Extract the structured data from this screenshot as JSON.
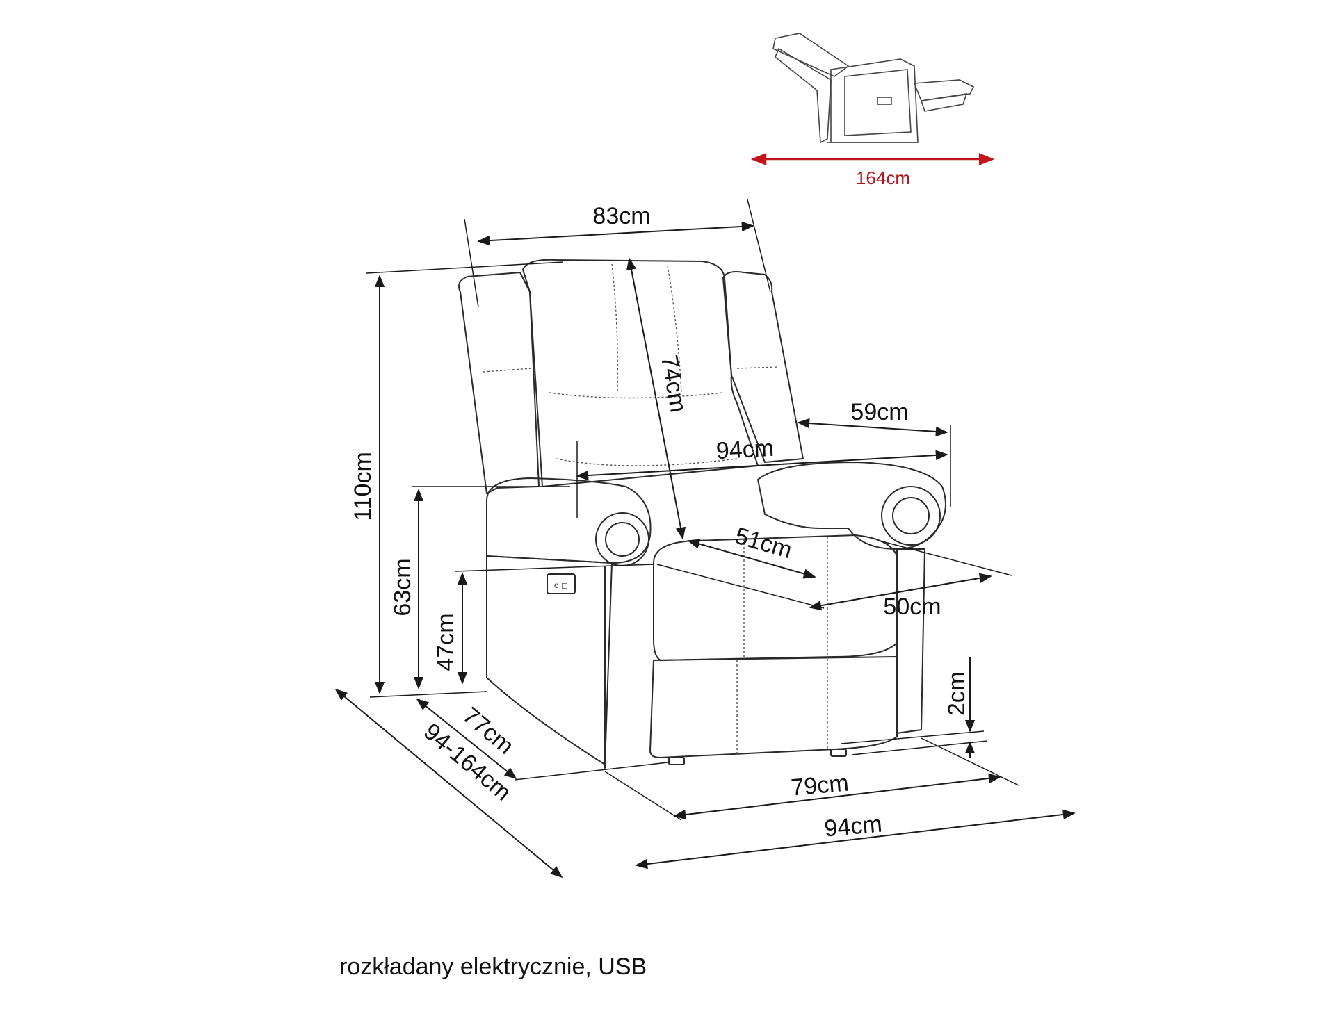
{
  "recliner_preview": {
    "width_label": "164cm",
    "arrow_color": "#c0151b"
  },
  "dimensions": {
    "top_width": "83cm",
    "total_height": "110cm",
    "backrest_height": "74cm",
    "armrest_depth": "59cm",
    "armrest_width": "94cm",
    "seat_depth": "51cm",
    "seat_width": "50cm",
    "armrest_height": "63cm",
    "seat_height": "47cm",
    "feet_height": "2cm",
    "base_depth": "77cm",
    "reclined_depth": "94-164cm",
    "base_width": "79cm",
    "total_width": "94cm"
  },
  "caption": "rozkładany elektrycznie, USB",
  "icons": {
    "usb_button": "usb-control-panel-icon"
  }
}
